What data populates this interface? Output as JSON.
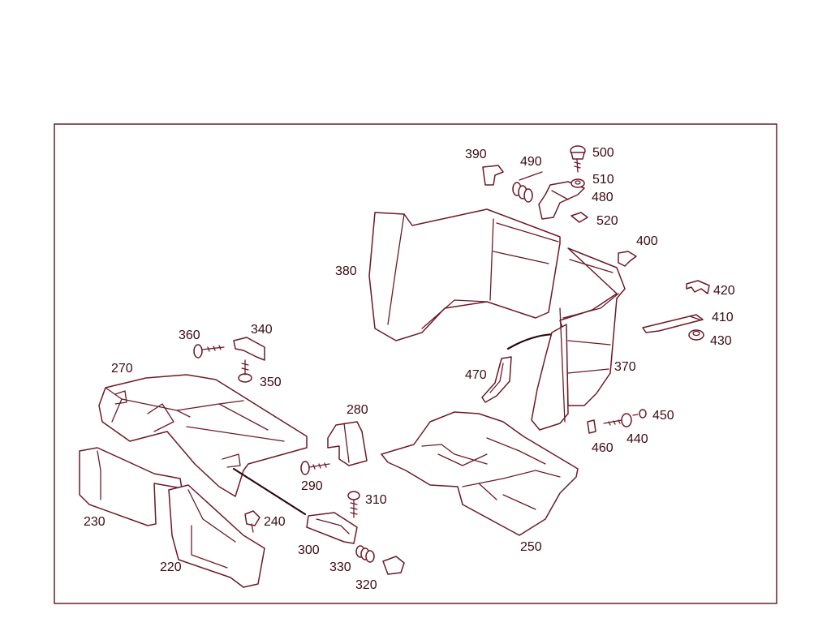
{
  "callouts": {
    "c220": "220",
    "c230": "230",
    "c240": "240",
    "c250": "250",
    "c270": "270",
    "c280": "280",
    "c290": "290",
    "c300": "300",
    "c310": "310",
    "c320": "320",
    "c330": "330",
    "c340": "340",
    "c350": "350",
    "c360": "360",
    "c370": "370",
    "c380": "380",
    "c390": "390",
    "c400": "400",
    "c410": "410",
    "c420": "420",
    "c430": "430",
    "c440": "440",
    "c450": "450",
    "c460": "460",
    "c470": "470",
    "c480": "480",
    "c490": "490",
    "c500": "500",
    "c510": "510",
    "c520": "520"
  },
  "colors": {
    "line": "#6b1a28",
    "text": "#3a0a14",
    "frame": "#5a1020"
  }
}
